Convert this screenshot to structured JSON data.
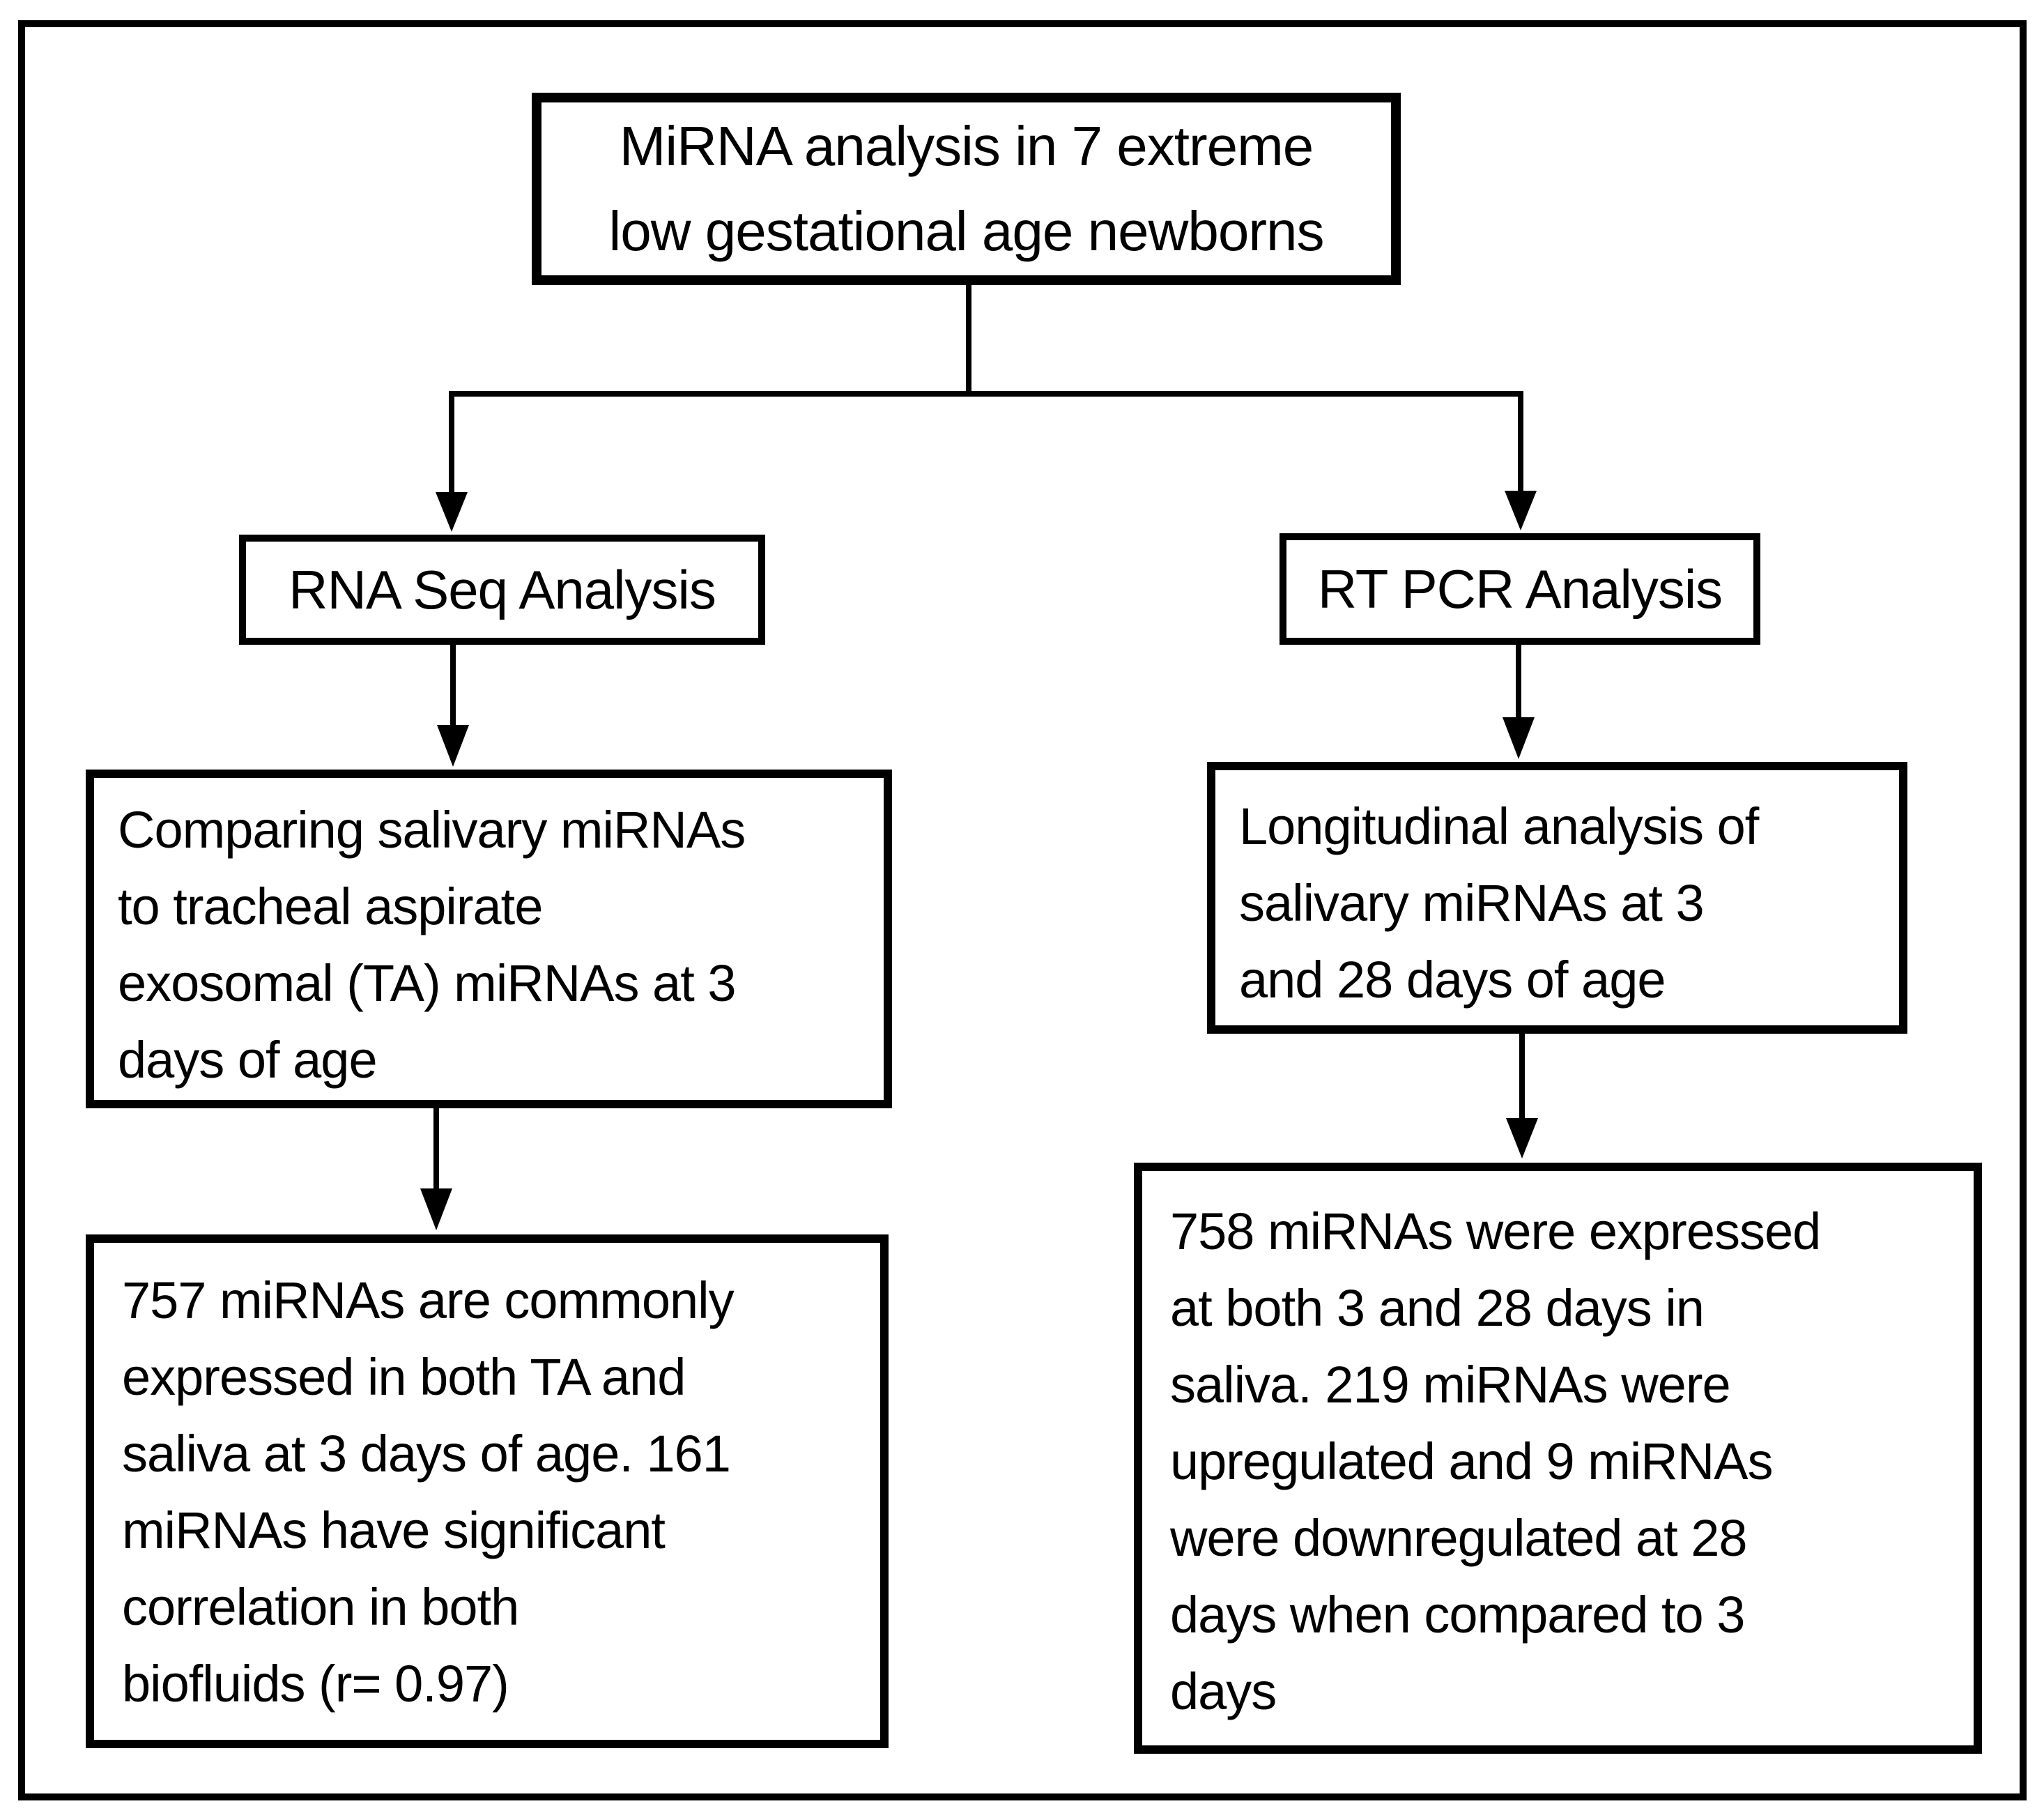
{
  "figure": {
    "background_color": "#ffffff",
    "line_color": "#000000",
    "text_color": "#000000",
    "type": "flowchart",
    "boxes": {
      "root": {
        "text": "MiRNA analysis in 7 extreme\nlow gestational age newborns"
      },
      "rna_seq_branch": {
        "text": "RNA Seq Analysis"
      },
      "rt_pcr_branch": {
        "text": "RT PCR Analysis"
      },
      "rna_seq_method": {
        "text": "Comparing salivary miRNAs\nto tracheal aspirate\nexosomal (TA) miRNAs at 3\ndays of age"
      },
      "rt_pcr_method": {
        "text": "Longitudinal analysis of\nsalivary miRNAs at 3\nand 28 days of age"
      },
      "rna_seq_result": {
        "text": "757 miRNAs are commonly\nexpressed in both TA and\nsaliva at 3 days of age. 161\nmiRNAs have significant\ncorrelation in both\nbiofluids (r= 0.97)"
      },
      "rt_pcr_result": {
        "text": "758 miRNAs were expressed\nat both 3 and 28 days in\nsaliva. 219 miRNAs were\nupregulated and 9 miRNAs\nwere downregulated at 28\ndays when compared to 3\ndays"
      }
    }
  }
}
